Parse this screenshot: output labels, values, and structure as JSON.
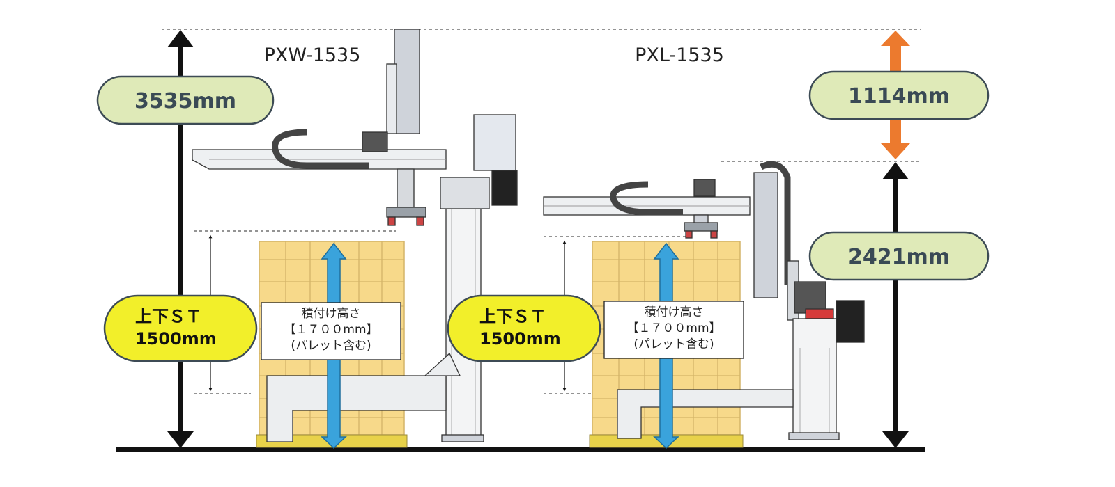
{
  "models": {
    "left": "PXW-1535",
    "right": "PXL-1535"
  },
  "dimensions": {
    "total_height": "3535mm",
    "top_clearance": "1114mm",
    "right_height": "2421mm"
  },
  "stroke": {
    "left": {
      "line1": "上下ＳＴ",
      "line2": "1500mm"
    },
    "right": {
      "line1": "上下ＳＴ",
      "line2": "1500mm"
    }
  },
  "stack_height": {
    "left": {
      "line1": "積付け高さ",
      "line2": "【１７００mm】",
      "line3": "(パレット含む)"
    },
    "right": {
      "line1": "積付け高さ",
      "line2": "【１７００mm】",
      "line3": "(パレット含む)"
    }
  },
  "colors": {
    "green_pill": "#dfeab8",
    "yellow_pill": "#f2ef2a",
    "blue_arrow": "#3aa3dc",
    "orange_arrow": "#ec7a2e",
    "box_fill": "#f7d98a"
  }
}
